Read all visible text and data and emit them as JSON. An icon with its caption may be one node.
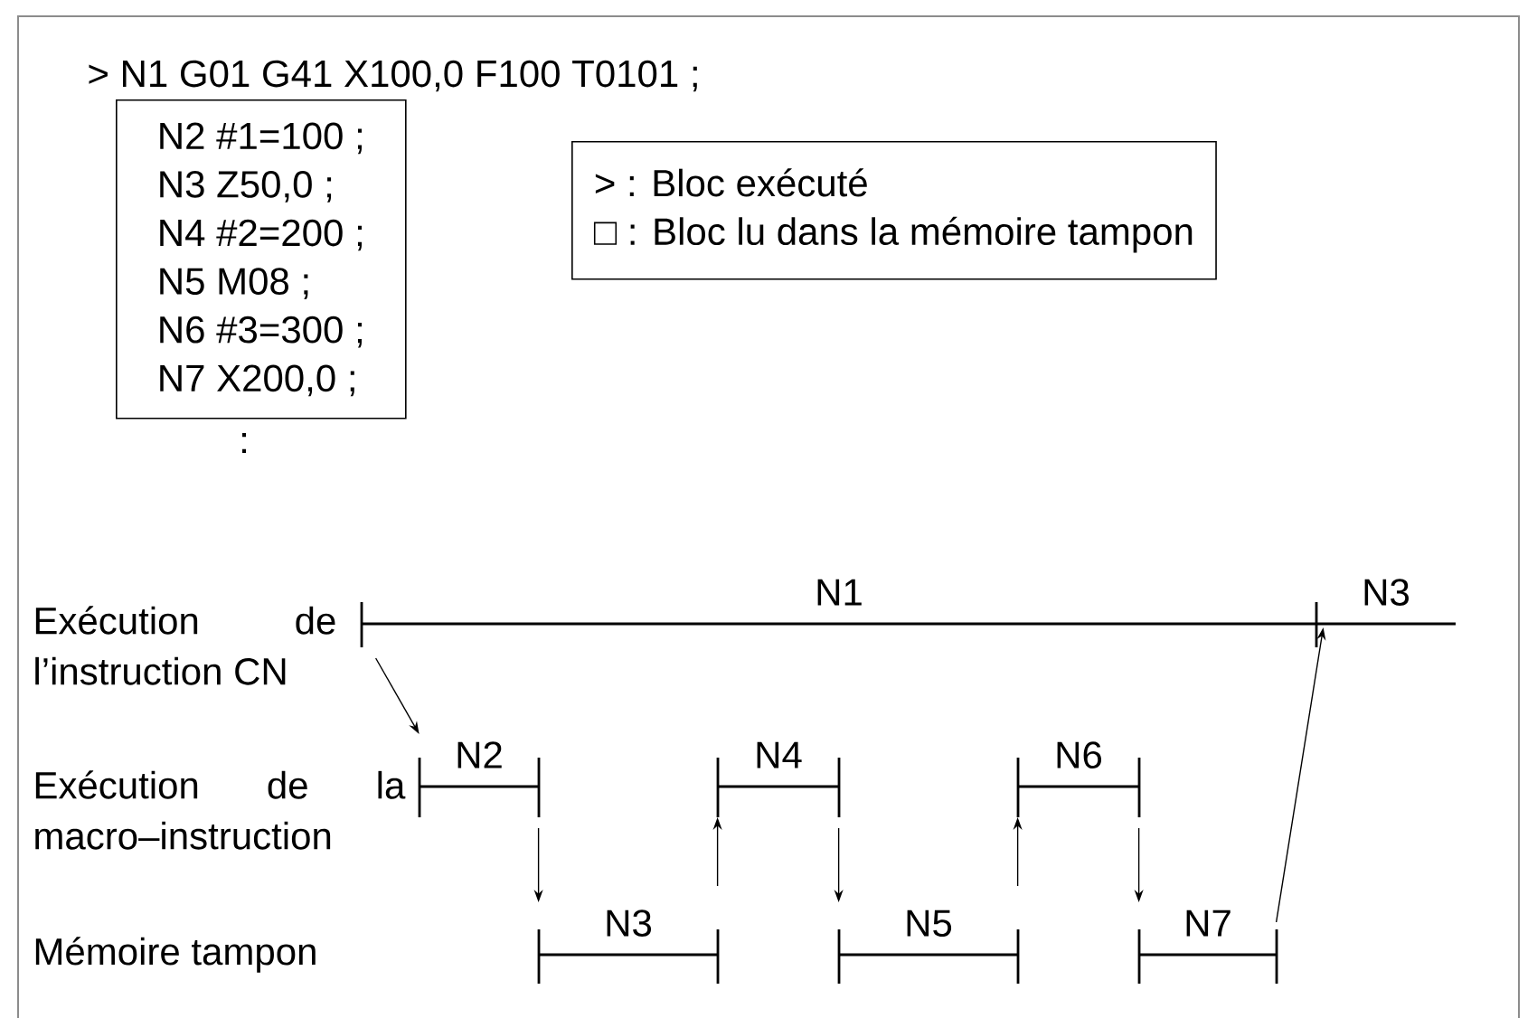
{
  "diagram": {
    "nodes": [
      {
        "text": [
          "N2 #1=100 ;",
          "N3 Z50,0 ;",
          "N4 #2=200 ;",
          "N5 M08 ;",
          "N6 #3=300 ;",
          "N7 X200,0 ;"
        ],
        "beside": [
          ":"
        ]
      },
      {
        "text": [
          "> : Bloc exécuté",
          "□ : Bloc lu dans la mémoire tampon"
        ]
      },
      {
        "text": [
          "N1"
        ]
      },
      {
        "text": [
          "N3"
        ]
      },
      {
        "text": [
          "N2"
        ]
      },
      {
        "text": [
          "N3"
        ]
      },
      {
        "text": [
          "N4"
        ]
      },
      {
        "text": [
          "N5"
        ]
      },
      {
        "text": [
          "N6"
        ]
      },
      {
        "text": [
          "N7"
        ]
      }
    ],
    "edges": [
      {
        "from": 2,
        "to": 4,
        "arrow": "to"
      },
      {
        "from": 4,
        "to": 5,
        "arrow": "to"
      },
      {
        "from": 5,
        "to": 6,
        "arrow": "to"
      },
      {
        "from": 6,
        "to": 7,
        "arrow": "to"
      },
      {
        "from": 7,
        "to": 8,
        "arrow": "to"
      },
      {
        "from": 8,
        "to": 9,
        "arrow": "to"
      },
      {
        "from": 9,
        "to": 3,
        "arrow": "to"
      }
    ],
    "labels": [
      "> N1 G01 G41 X100,0 F100 T0101 ;",
      "Exécution de l’instruction CN",
      "Exécution de la macro–instruction",
      "Mémoire tampon"
    ]
  }
}
